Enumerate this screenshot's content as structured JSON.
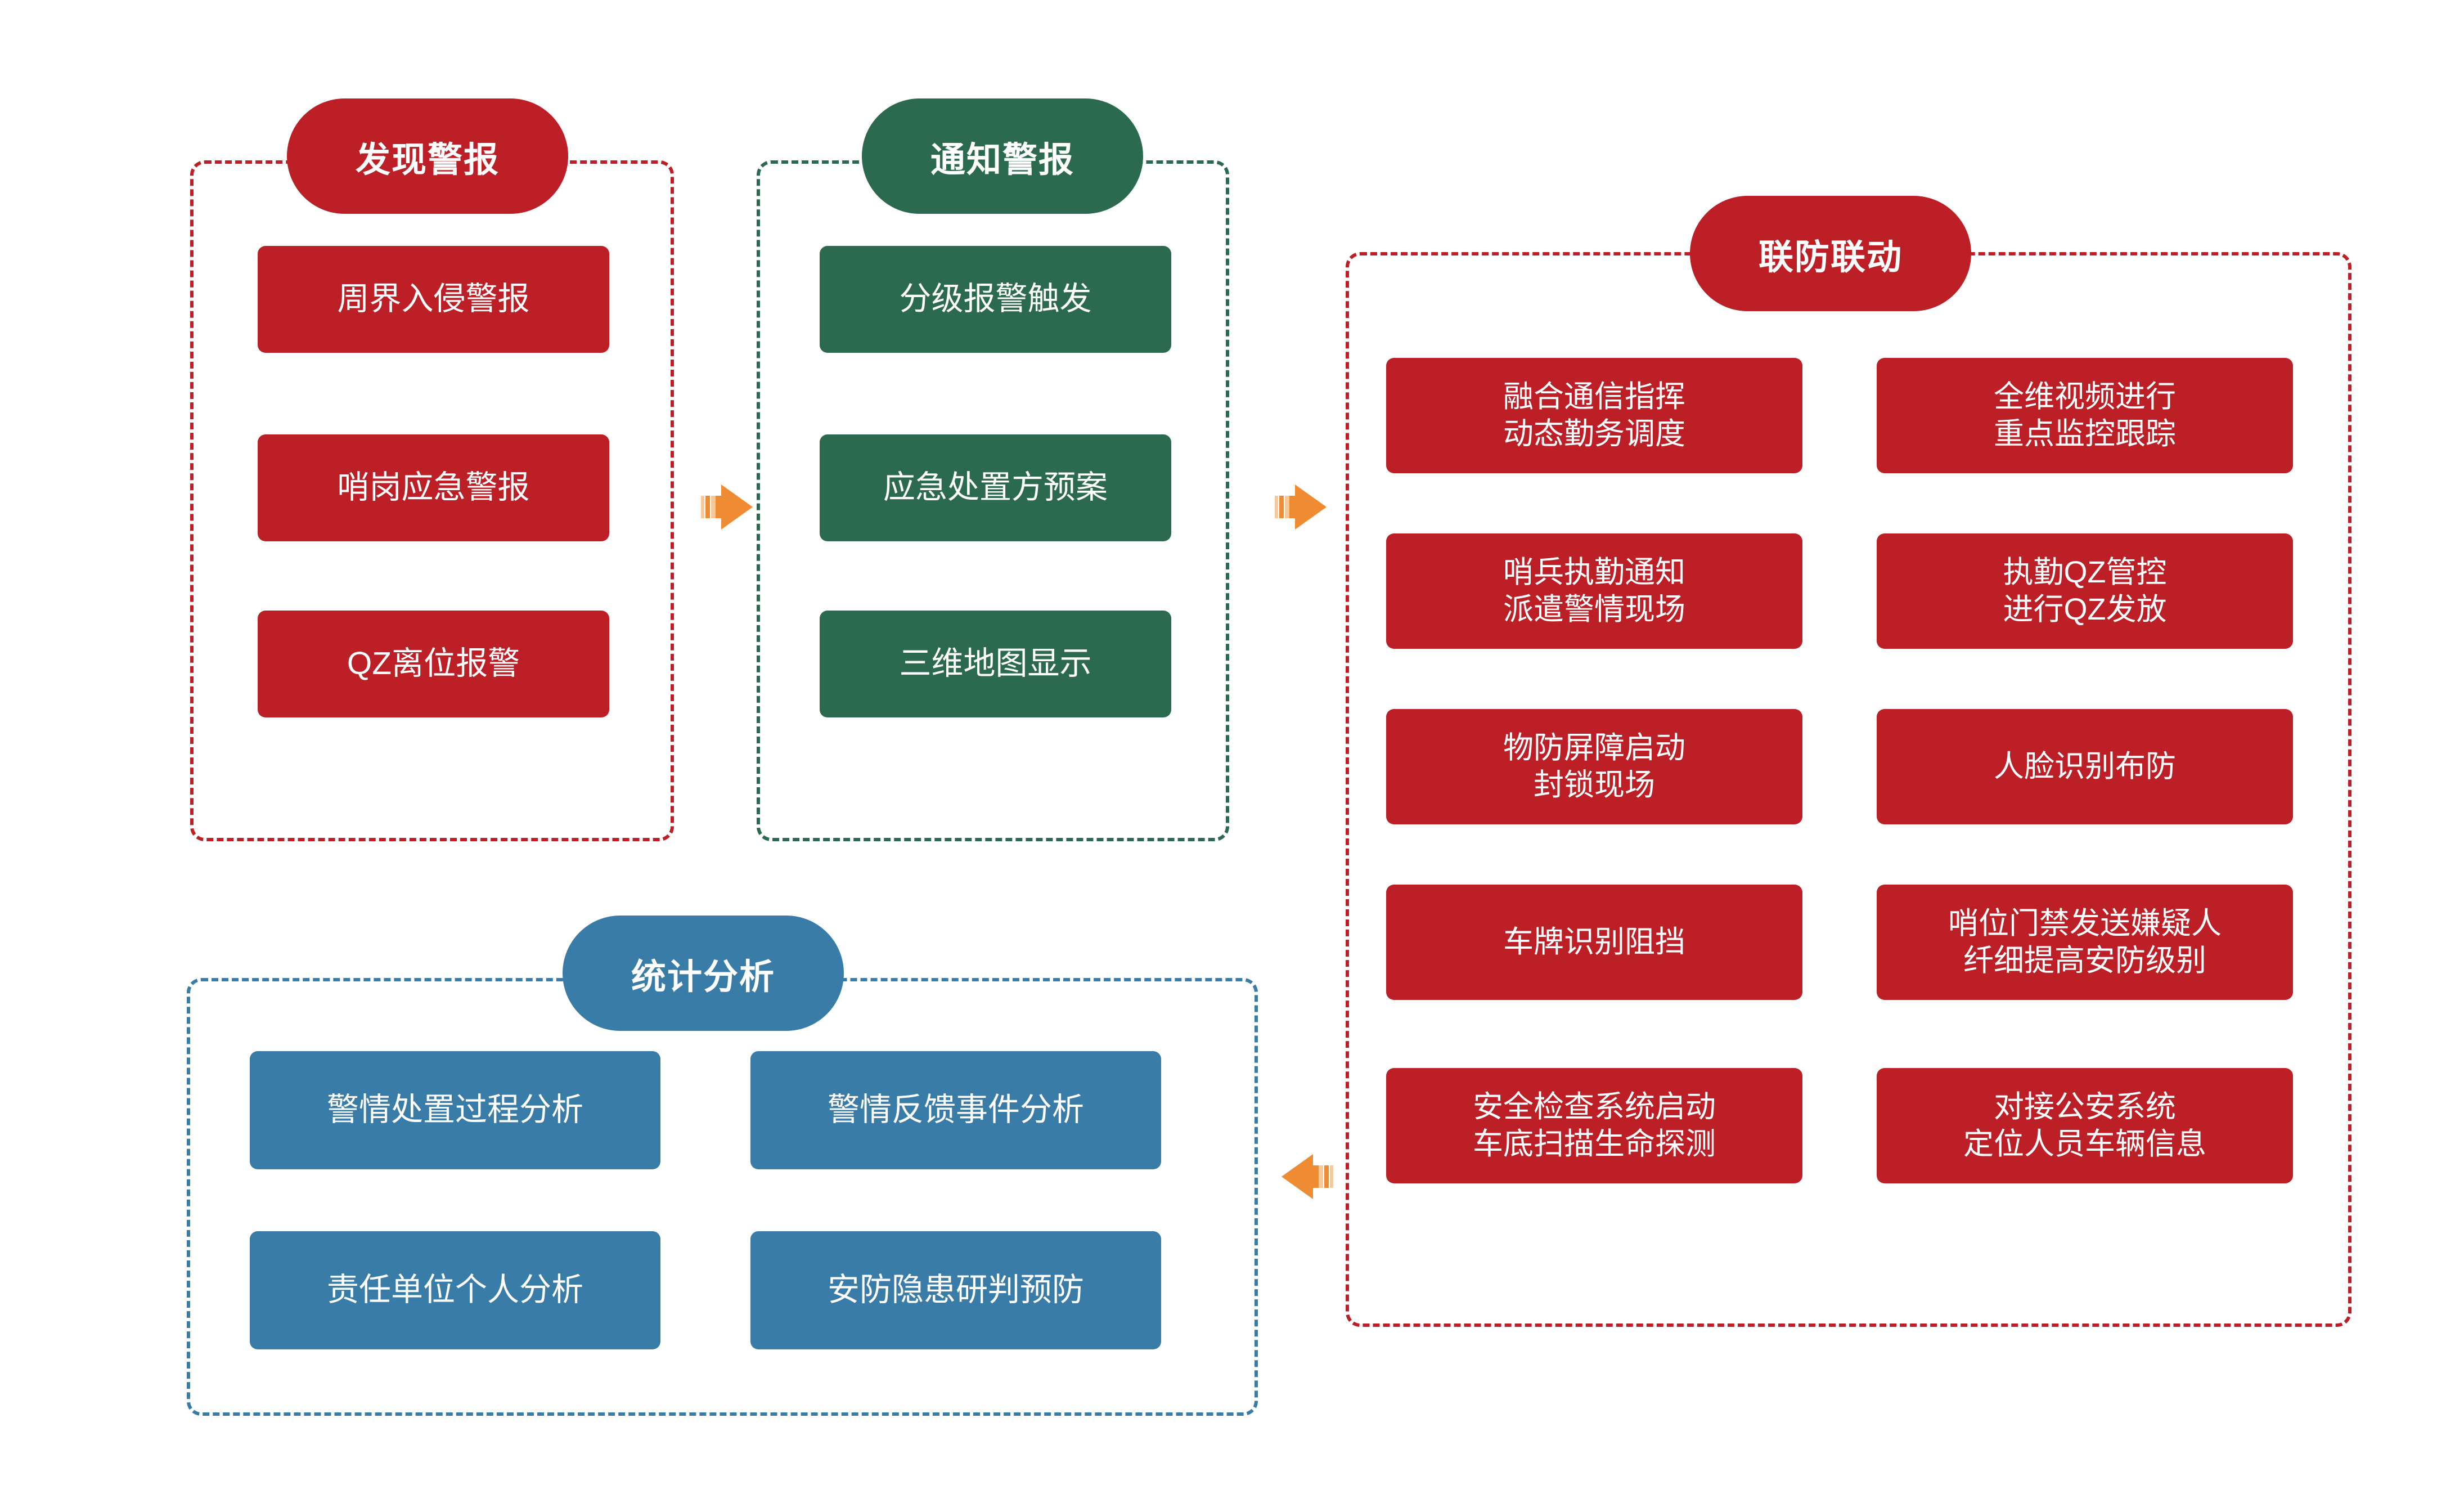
{
  "colors": {
    "red": "#BC1F26",
    "green": "#2B6A4F",
    "blue": "#3A7CA8",
    "arrow_orange": "#EF8B33",
    "arrow_orange_light": "#F8C896",
    "text_white": "#FFFFFF",
    "background": "#FFFFFF"
  },
  "panels": {
    "discover_alarm": {
      "title": "发现警报",
      "accent": "#BC1F26",
      "cards": [
        {
          "label": "周界入侵警报"
        },
        {
          "label": "哨岗应急警报"
        },
        {
          "label": "QZ离位报警"
        }
      ]
    },
    "notify_alarm": {
      "title": "通知警报",
      "accent": "#2B6A4F",
      "cards": [
        {
          "label": "分级报警触发"
        },
        {
          "label": "应急处置方预案"
        },
        {
          "label": "三维地图显示"
        }
      ]
    },
    "joint_defense": {
      "title": "联防联动",
      "accent": "#BC1F26",
      "left_column": [
        {
          "label": "融合通信指挥\n动态勤务调度"
        },
        {
          "label": "哨兵执勤通知\n派遣警情现场"
        },
        {
          "label": "物防屏障启动\n封锁现场"
        },
        {
          "label": "车牌识别阻挡"
        },
        {
          "label": "安全检查系统启动\n车底扫描生命探测"
        }
      ],
      "right_column": [
        {
          "label": "全维视频进行\n重点监控跟踪"
        },
        {
          "label": "执勤QZ管控\n进行QZ发放"
        },
        {
          "label": "人脸识别布防"
        },
        {
          "label": "哨位门禁发送嫌疑人\n纤细提高安防级别"
        },
        {
          "label": "对接公安系统\n定位人员车辆信息"
        }
      ]
    },
    "statistics": {
      "title": "统计分析",
      "accent": "#3A7CA8",
      "cards": [
        {
          "label": "警情处置过程分析"
        },
        {
          "label": "警情反馈事件分析"
        },
        {
          "label": "责任单位个人分析"
        },
        {
          "label": "安防隐患研判预防"
        }
      ]
    }
  },
  "connectors": [
    {
      "name": "discover-to-notify",
      "direction": "right"
    },
    {
      "name": "notify-to-joint",
      "direction": "right"
    },
    {
      "name": "joint-to-statistics",
      "direction": "left"
    }
  ]
}
